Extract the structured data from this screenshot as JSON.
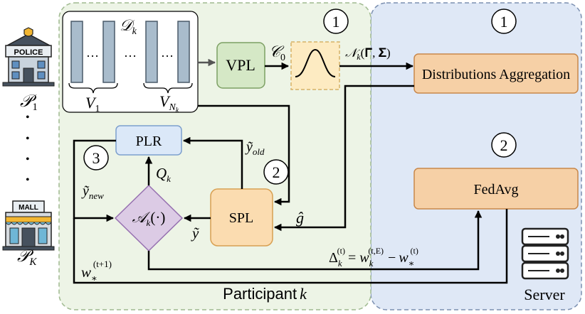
{
  "participant_panel": {
    "label": "Participant",
    "label_var": "k"
  },
  "server_panel": {
    "label": "Server"
  },
  "participants": {
    "top_label": "𝒫",
    "top_sub": "1",
    "top_sign": "POLICE",
    "dots": "•",
    "bottom_label": "𝒫",
    "bottom_sub": "K",
    "bottom_sign": "MALL"
  },
  "dataset": {
    "name": "𝒟",
    "name_sub": "k",
    "ellipsis": "…",
    "v_first": "V",
    "v_first_sub": "1",
    "v_last": "V",
    "v_last_sub": "N",
    "v_last_subsub": "k"
  },
  "blocks": {
    "vpl": "VPL",
    "plr": "PLR",
    "spl": "SPL",
    "agg": "Distributions Aggregation",
    "fedavg": "FedAvg",
    "a_k": "𝒜",
    "a_k_sub": "k",
    "a_k_arg": "(·)"
  },
  "steps": {
    "step1_left": "1",
    "step1_right": "1",
    "step2_left": "2",
    "step2_right": "2",
    "step3": "3"
  },
  "labels": {
    "c0": "𝒞",
    "c0_sub": "0",
    "nk": "𝒩",
    "nk_sub": "k",
    "nk_args": "(𝚪, 𝚺)",
    "y_old": "ỹ",
    "y_old_sub": "old",
    "y_new": "ỹ",
    "y_new_sub": "new",
    "q_k": "Q",
    "q_k_sub": "k",
    "y_tilde": "ỹ",
    "g_hat": "ĝ",
    "w_star": "w",
    "w_star_sub": "∗",
    "w_star_sup": "(t+1)",
    "delta": "Δ",
    "delta_sub": "k",
    "delta_sup": "(t)",
    "delta_eq": "= ",
    "w_k": "w",
    "w_k_sub": "k",
    "w_k_sup": "(t,E)",
    "minus": "−",
    "w_s": "w",
    "w_s_sub": "∗",
    "w_s_sup": "(t)"
  },
  "colors": {
    "participant_bg": "#edf4e6",
    "server_bg": "#dfe8f6",
    "vpl_fill": "#d5e8c6",
    "vpl_stroke": "#7da064",
    "gauss_fill": "#fdebc2",
    "plr_fill": "#dbe8f8",
    "plr_stroke": "#7d9fcd",
    "spl_fill": "#fbdcb0",
    "spl_stroke": "#d8a052",
    "orange_fill": "#f6d0a6",
    "orange_stroke": "#c8874a",
    "diamond_fill": "#dccbe5",
    "diamond_stroke": "#9670b0"
  }
}
